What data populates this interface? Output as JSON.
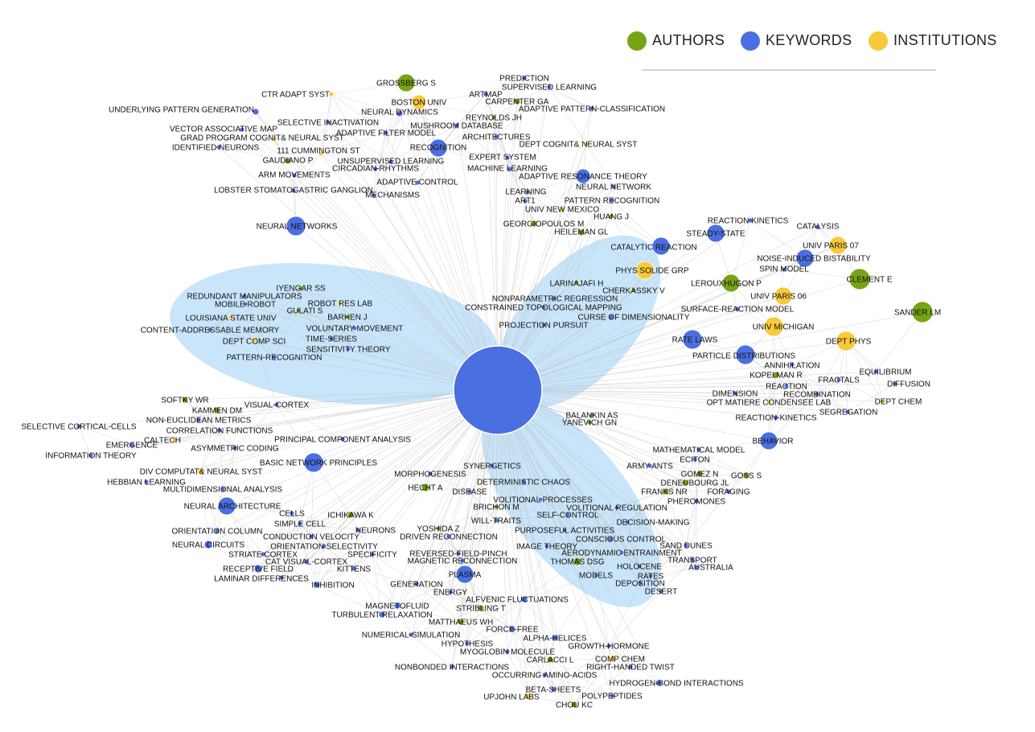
{
  "legend": [
    {
      "label": "AUTHORS",
      "color": "#76a416"
    },
    {
      "label": "KEYWORDS",
      "color": "#4a6fe0"
    },
    {
      "label": "INSTITUTIONS",
      "color": "#f7c93b"
    }
  ],
  "colors": {
    "author": "#76a416",
    "keyword": "#4a6fe0",
    "institution": "#f7c93b",
    "cluster": "#a7d5f7",
    "edge": "#bdbdbd"
  },
  "hub": {
    "type": "keyword"
  },
  "nodes": [
    {
      "label": "GROSSBERG S",
      "type": "author"
    },
    {
      "label": "PREDICTION",
      "type": "keyword"
    },
    {
      "label": "CTR ADAPT SYST",
      "type": "institution"
    },
    {
      "label": "BOSTON UNIV",
      "type": "institution"
    },
    {
      "label": "ARTMAP",
      "type": "keyword"
    },
    {
      "label": "SUPERVISED LEARNING",
      "type": "keyword"
    },
    {
      "label": "CARPENTER GA",
      "type": "author"
    },
    {
      "label": "UNDERLYING PATTERN GENERATION",
      "type": "keyword"
    },
    {
      "label": "NEURAL DYNAMICS",
      "type": "keyword"
    },
    {
      "label": "ADAPTIVE PATTERN-CLASSIFICATION",
      "type": "keyword"
    },
    {
      "label": "REYNOLDS JH",
      "type": "author"
    },
    {
      "label": "SELECTIVE INACTIVATION",
      "type": "keyword"
    },
    {
      "label": "MUSHROOM DATABASE",
      "type": "keyword"
    },
    {
      "label": "VECTOR ASSOCIATIVE MAP",
      "type": "keyword"
    },
    {
      "label": "ADAPTIVE FILTER MODEL",
      "type": "keyword"
    },
    {
      "label": "ARCHITECTURES",
      "type": "keyword"
    },
    {
      "label": "GRAD PROGRAM COGNIT& NEURAL SYST",
      "type": "institution"
    },
    {
      "label": "DEPT COGNIT& NEURAL SYST",
      "type": "institution"
    },
    {
      "label": "IDENTIFIED NEURONS",
      "type": "keyword"
    },
    {
      "label": "RECOGNITION",
      "type": "keyword"
    },
    {
      "label": "111 CUMMINGTON ST",
      "type": "institution"
    },
    {
      "label": "EXPERT SYSTEM",
      "type": "keyword"
    },
    {
      "label": "GAUDIANO P",
      "type": "author"
    },
    {
      "label": "UNSUPERVISED LEARNING",
      "type": "keyword"
    },
    {
      "label": "CIRCADIAN-RHYTHMS",
      "type": "keyword"
    },
    {
      "label": "MACHINE LEARNING",
      "type": "keyword"
    },
    {
      "label": "ARM MOVEMENTS",
      "type": "keyword"
    },
    {
      "label": "ADAPTIVE RESONANCE THEORY",
      "type": "keyword"
    },
    {
      "label": "ADAPTIVE CONTROL",
      "type": "keyword"
    },
    {
      "label": "NEURAL NETWORK",
      "type": "keyword"
    },
    {
      "label": "LOBSTER STOMATOGASTRIC GANGLION",
      "type": "keyword"
    },
    {
      "label": "LEARNING",
      "type": "keyword"
    },
    {
      "label": "MECHANISMS",
      "type": "keyword"
    },
    {
      "label": "ART1",
      "type": "keyword"
    },
    {
      "label": "PATTERN RECOGNITION",
      "type": "keyword"
    },
    {
      "label": "UNIV NEW MEXICO",
      "type": "institution"
    },
    {
      "label": "HUANG J",
      "type": "author"
    },
    {
      "label": "GEORGIOPOULOS M",
      "type": "author"
    },
    {
      "label": "NEURAL NETWORKS",
      "type": "keyword"
    },
    {
      "label": "HEILEMAN GL",
      "type": "author"
    },
    {
      "label": "REACTION KINETICS",
      "type": "keyword"
    },
    {
      "label": "CATALYSIS",
      "type": "keyword"
    },
    {
      "label": "STEADY-STATE",
      "type": "keyword"
    },
    {
      "label": "CATALYTIC REACTION",
      "type": "keyword"
    },
    {
      "label": "UNIV PARIS 07",
      "type": "institution"
    },
    {
      "label": "NOISE-INDUCED BISTABILITY",
      "type": "keyword"
    },
    {
      "label": "PHYS SOLIDE GRP",
      "type": "institution"
    },
    {
      "label": "SPIN MODEL",
      "type": "keyword"
    },
    {
      "label": "CLEMENT E",
      "type": "author"
    },
    {
      "label": "LEROUXHUGON P",
      "type": "author"
    },
    {
      "label": "LARINAJAFI H",
      "type": "author"
    },
    {
      "label": "CHERKASSKY V",
      "type": "author"
    },
    {
      "label": "UNIV PARIS 06",
      "type": "institution"
    },
    {
      "label": "NONPARAMETRIC REGRESSION",
      "type": "keyword"
    },
    {
      "label": "SANDER LM",
      "type": "author"
    },
    {
      "label": "SURFACE-REACTION MODEL",
      "type": "keyword"
    },
    {
      "label": "CONSTRAINED TOPOLOGICAL MAPPING",
      "type": "keyword"
    },
    {
      "label": "CURSE OF DIMENSIONALITY",
      "type": "keyword"
    },
    {
      "label": "IYENGAR SS",
      "type": "author"
    },
    {
      "label": "REDUNDANT MANIPULATORS",
      "type": "keyword"
    },
    {
      "label": "UNIV MICHIGAN",
      "type": "institution"
    },
    {
      "label": "PROJECTION PURSUIT",
      "type": "keyword"
    },
    {
      "label": "MOBILE ROBOT",
      "type": "keyword"
    },
    {
      "label": "ROBOT RES LAB",
      "type": "institution"
    },
    {
      "label": "GULATI S",
      "type": "author"
    },
    {
      "label": "RATE LAWS",
      "type": "keyword"
    },
    {
      "label": "DEPT PHYS",
      "type": "institution"
    },
    {
      "label": "LOUISIANA STATE UNIV",
      "type": "institution"
    },
    {
      "label": "BARHEN J",
      "type": "author"
    },
    {
      "label": "CONTENT-ADDRESSABLE MEMORY",
      "type": "keyword"
    },
    {
      "label": "VOLUNTARY MOVEMENT",
      "type": "keyword"
    },
    {
      "label": "PARTICLE DISTRIBUTIONS",
      "type": "keyword"
    },
    {
      "label": "TIME-SERIES",
      "type": "keyword"
    },
    {
      "label": "DEPT COMP SCI",
      "type": "institution"
    },
    {
      "label": "ANNIHILATION",
      "type": "keyword"
    },
    {
      "label": "SENSITIVITY THEORY",
      "type": "keyword"
    },
    {
      "label": "EQUILIBRIUM",
      "type": "keyword"
    },
    {
      "label": "KOPELMAN R",
      "type": "author"
    },
    {
      "label": "PATTERN-RECOGNITION",
      "type": "keyword"
    },
    {
      "label": "FRACTALS",
      "type": "keyword"
    },
    {
      "label": "DIFFUSION",
      "type": "keyword"
    },
    {
      "label": "REACTION",
      "type": "keyword"
    },
    {
      "label": "DIMENSION",
      "type": "keyword"
    },
    {
      "label": "RECOMBINATION",
      "type": "keyword"
    },
    {
      "label": "SOFTKY WR",
      "type": "author"
    },
    {
      "label": "DEPT CHEM",
      "type": "institution"
    },
    {
      "label": "OPT MATIERE CONDENSEE LAB",
      "type": "institution"
    },
    {
      "label": "VISUAL-CORTEX",
      "type": "keyword"
    },
    {
      "label": "KAMMEN DM",
      "type": "author"
    },
    {
      "label": "SEGREGATION",
      "type": "keyword"
    },
    {
      "label": "BALANKIN AS",
      "type": "author"
    },
    {
      "label": "REACTION-KINETICS",
      "type": "keyword"
    },
    {
      "label": "YANEVICH GN",
      "type": "author"
    },
    {
      "label": "NON-EUCLIDEAN METRICS",
      "type": "keyword"
    },
    {
      "label": "SELECTIVE CORTICAL-CELLS",
      "type": "keyword"
    },
    {
      "label": "CORRELATION FUNCTIONS",
      "type": "keyword"
    },
    {
      "label": "CALTECH",
      "type": "institution"
    },
    {
      "label": "PRINCIPAL COMPONENT ANALYSIS",
      "type": "keyword"
    },
    {
      "label": "BEHAVIOR",
      "type": "keyword"
    },
    {
      "label": "EMERGENCE",
      "type": "keyword"
    },
    {
      "label": "ASYMMETRIC CODING",
      "type": "keyword"
    },
    {
      "label": "MATHEMATICAL MODEL",
      "type": "keyword"
    },
    {
      "label": "INFORMATION THEORY",
      "type": "keyword"
    },
    {
      "label": "ECITON",
      "type": "keyword"
    },
    {
      "label": "BASIC NETWORK PRINCIPLES",
      "type": "keyword"
    },
    {
      "label": "ARMY ANTS",
      "type": "keyword"
    },
    {
      "label": "SYNERGETICS",
      "type": "keyword"
    },
    {
      "label": "GOMEZ N",
      "type": "author"
    },
    {
      "label": "DIV COMPUTAT& NEURAL SYST",
      "type": "institution"
    },
    {
      "label": "MORPHOGENESIS",
      "type": "keyword"
    },
    {
      "label": "GOSS S",
      "type": "author"
    },
    {
      "label": "HEBBIAN LEARNING",
      "type": "keyword"
    },
    {
      "label": "DENEUBOURG JL",
      "type": "author"
    },
    {
      "label": "DETERMINISTIC CHAOS",
      "type": "keyword"
    },
    {
      "label": "MULTIDIMENSIONAL ANALYSIS",
      "type": "keyword"
    },
    {
      "label": "HECHT A",
      "type": "author"
    },
    {
      "label": "FRANKS NR",
      "type": "author"
    },
    {
      "label": "FORAGING",
      "type": "keyword"
    },
    {
      "label": "DISEASE",
      "type": "keyword"
    },
    {
      "label": "VOLITIONAL PROCESSES",
      "type": "keyword"
    },
    {
      "label": "PHEROMONES",
      "type": "keyword"
    },
    {
      "label": "NEURAL ARCHITECTURE",
      "type": "keyword"
    },
    {
      "label": "BRICHON M",
      "type": "author"
    },
    {
      "label": "VOLITIONAL REGULATION",
      "type": "keyword"
    },
    {
      "label": "CELLS",
      "type": "keyword"
    },
    {
      "label": "ICHIKAWA K",
      "type": "author"
    },
    {
      "label": "SELF-CONTROL",
      "type": "keyword"
    },
    {
      "label": "WILL-TRAITS",
      "type": "keyword"
    },
    {
      "label": "SIMPLE CELL",
      "type": "keyword"
    },
    {
      "label": "DECISION-MAKING",
      "type": "keyword"
    },
    {
      "label": "ORIENTATION COLUMN",
      "type": "keyword"
    },
    {
      "label": "YOSHIDA Z",
      "type": "author"
    },
    {
      "label": "NEURONS",
      "type": "keyword"
    },
    {
      "label": "PURPOSEFUL ACTIVITIES",
      "type": "keyword"
    },
    {
      "label": "DRIVEN RECONNECTION",
      "type": "keyword"
    },
    {
      "label": "CONDUCTION VELOCITY",
      "type": "keyword"
    },
    {
      "label": "CONSCIOUS CONTROL",
      "type": "keyword"
    },
    {
      "label": "NEURAL CIRCUITS",
      "type": "keyword"
    },
    {
      "label": "ORIENTATION SELECTIVITY",
      "type": "keyword"
    },
    {
      "label": "IMAGE THEORY",
      "type": "keyword"
    },
    {
      "label": "SAND DUNES",
      "type": "keyword"
    },
    {
      "label": "STRIATE CORTEX",
      "type": "keyword"
    },
    {
      "label": "SPECIFICITY",
      "type": "keyword"
    },
    {
      "label": "REVERSED-FIELD-PINCH",
      "type": "keyword"
    },
    {
      "label": "AERODYNAMIC ENTRAINMENT",
      "type": "keyword"
    },
    {
      "label": "TRANSPORT",
      "type": "keyword"
    },
    {
      "label": "CAT VISUAL-CORTEX",
      "type": "keyword"
    },
    {
      "label": "MAGNETIC RECONNECTION",
      "type": "keyword"
    },
    {
      "label": "THOMAS DSG",
      "type": "author"
    },
    {
      "label": "AUSTRALIA",
      "type": "keyword"
    },
    {
      "label": "RECEPTIVE FIELD",
      "type": "keyword"
    },
    {
      "label": "KITTENS",
      "type": "keyword"
    },
    {
      "label": "HOLOCENE",
      "type": "keyword"
    },
    {
      "label": "PLASMA",
      "type": "keyword"
    },
    {
      "label": "MODELS",
      "type": "keyword"
    },
    {
      "label": "RATES",
      "type": "keyword"
    },
    {
      "label": "LAMINAR DIFFERENCES",
      "type": "keyword"
    },
    {
      "label": "INHIBITION",
      "type": "keyword"
    },
    {
      "label": "DEPOSITION",
      "type": "keyword"
    },
    {
      "label": "GENERATION",
      "type": "keyword"
    },
    {
      "label": "DESERT",
      "type": "keyword"
    },
    {
      "label": "ENERGY",
      "type": "keyword"
    },
    {
      "label": "ALFVENIC FLUCTUATIONS",
      "type": "keyword"
    },
    {
      "label": "MAGNETOFLUID",
      "type": "keyword"
    },
    {
      "label": "STRIBLING T",
      "type": "author"
    },
    {
      "label": "TURBULENT RELAXATION",
      "type": "keyword"
    },
    {
      "label": "MATTHAEUS WH",
      "type": "author"
    },
    {
      "label": "FORCE-FREE",
      "type": "keyword"
    },
    {
      "label": "NUMERICAL-SIMULATION",
      "type": "keyword"
    },
    {
      "label": "ALPHA-HELICES",
      "type": "keyword"
    },
    {
      "label": "HYPOTHESIS",
      "type": "keyword"
    },
    {
      "label": "GROWTH-HORMONE",
      "type": "keyword"
    },
    {
      "label": "MYOGLOBIN MOLECULE",
      "type": "keyword"
    },
    {
      "label": "COMP CHEM",
      "type": "institution"
    },
    {
      "label": "CARLACCI L",
      "type": "author"
    },
    {
      "label": "NONBONDED INTERACTIONS",
      "type": "keyword"
    },
    {
      "label": "RIGHT-HANDED TWIST",
      "type": "keyword"
    },
    {
      "label": "OCCURRING AMINO-ACIDS",
      "type": "keyword"
    },
    {
      "label": "HYDROGEN-BOND INTERACTIONS",
      "type": "keyword"
    },
    {
      "label": "BETA-SHEETS",
      "type": "keyword"
    },
    {
      "label": "UPJOHN LABS",
      "type": "institution"
    },
    {
      "label": "POLYPEPTIDES",
      "type": "keyword"
    },
    {
      "label": "CHOU KC",
      "type": "author"
    }
  ]
}
